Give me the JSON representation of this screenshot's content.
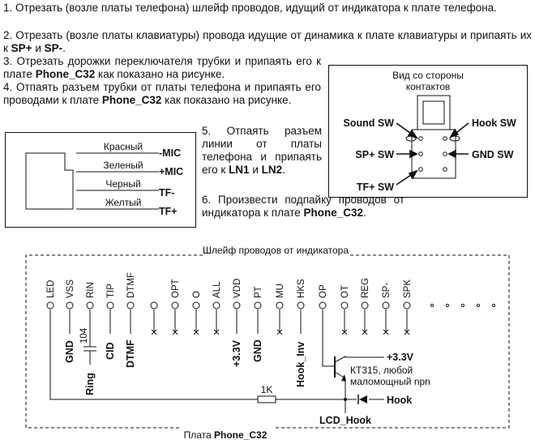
{
  "steps": {
    "s1": "1. Отрезать (возле платы телефона) шлейф проводов, идущий от индикатора к плате телефона.",
    "s2_a": "2. Отрезать (возле платы клавиатуры) провода идущие от динамика к плате клавиатуры и припаять их к ",
    "s2_sp_plus": "SP+",
    "s2_and": " и ",
    "s2_sp_minus": "SP-",
    "s2_end": ".",
    "s3_a": "3. Отрезать дорожки переключателя трубки и припаять его к плате ",
    "s3_board": "Phone_C32",
    "s3_b": " как показано на рисунке.",
    "s4_a": "4. Отпаять разъем трубки от платы телефона и припаять его проводами к плате ",
    "s4_board": "Phone_C32",
    "s4_b": " как показано на рисунке.",
    "s5_a": "5. Отпаять разъем линии от платы телефона и припаять его к ",
    "s5_ln1": "LN1",
    "s5_and": " и ",
    "s5_ln2": "LN2",
    "s5_end": ".",
    "s6_a": "6. Произвести подпайку проводов от индикатора к плате ",
    "s6_board": "Phone_C32",
    "s6_end": "."
  },
  "handset": {
    "wires": [
      "Красный",
      "Зеленый",
      "Черный",
      "Желтый"
    ],
    "pins": [
      "-MIC",
      "+MIC",
      "TF-",
      "TF+"
    ]
  },
  "switch_view": {
    "title_line1": "Вид со стороны",
    "title_line2": "контактов",
    "left": [
      "Sound SW",
      "SP+ SW",
      "TF+ SW"
    ],
    "right": [
      "Hook SW",
      "GND SW"
    ]
  },
  "schematic": {
    "cable_title": "Шлейф проводов от индикатора",
    "board_label_a": "Плата ",
    "board_label_b": "Phone_C32",
    "pins": [
      "LED",
      "VSS",
      "RIN",
      "TIP",
      "DTMF",
      "OPT",
      "O",
      "ALL",
      "VDD",
      "PT",
      "MU",
      "HKS",
      "OP",
      "OT",
      "REG",
      "SP-",
      "SPK"
    ],
    "connections": {
      "vss": "GND",
      "cap": "104",
      "ring": "Ring",
      "tip": "CID",
      "dtmf": "DTMF",
      "vdd": "+3.3V",
      "pt": "GND",
      "hks": "Hook_Inv",
      "transistor_supply": "+3.3V",
      "transistor_desc_1": "КТ315, любой",
      "transistor_desc_2": "маломощный npn",
      "resistor": "1K",
      "hook": "Hook",
      "lcd_hook": "LCD_Hook"
    }
  }
}
